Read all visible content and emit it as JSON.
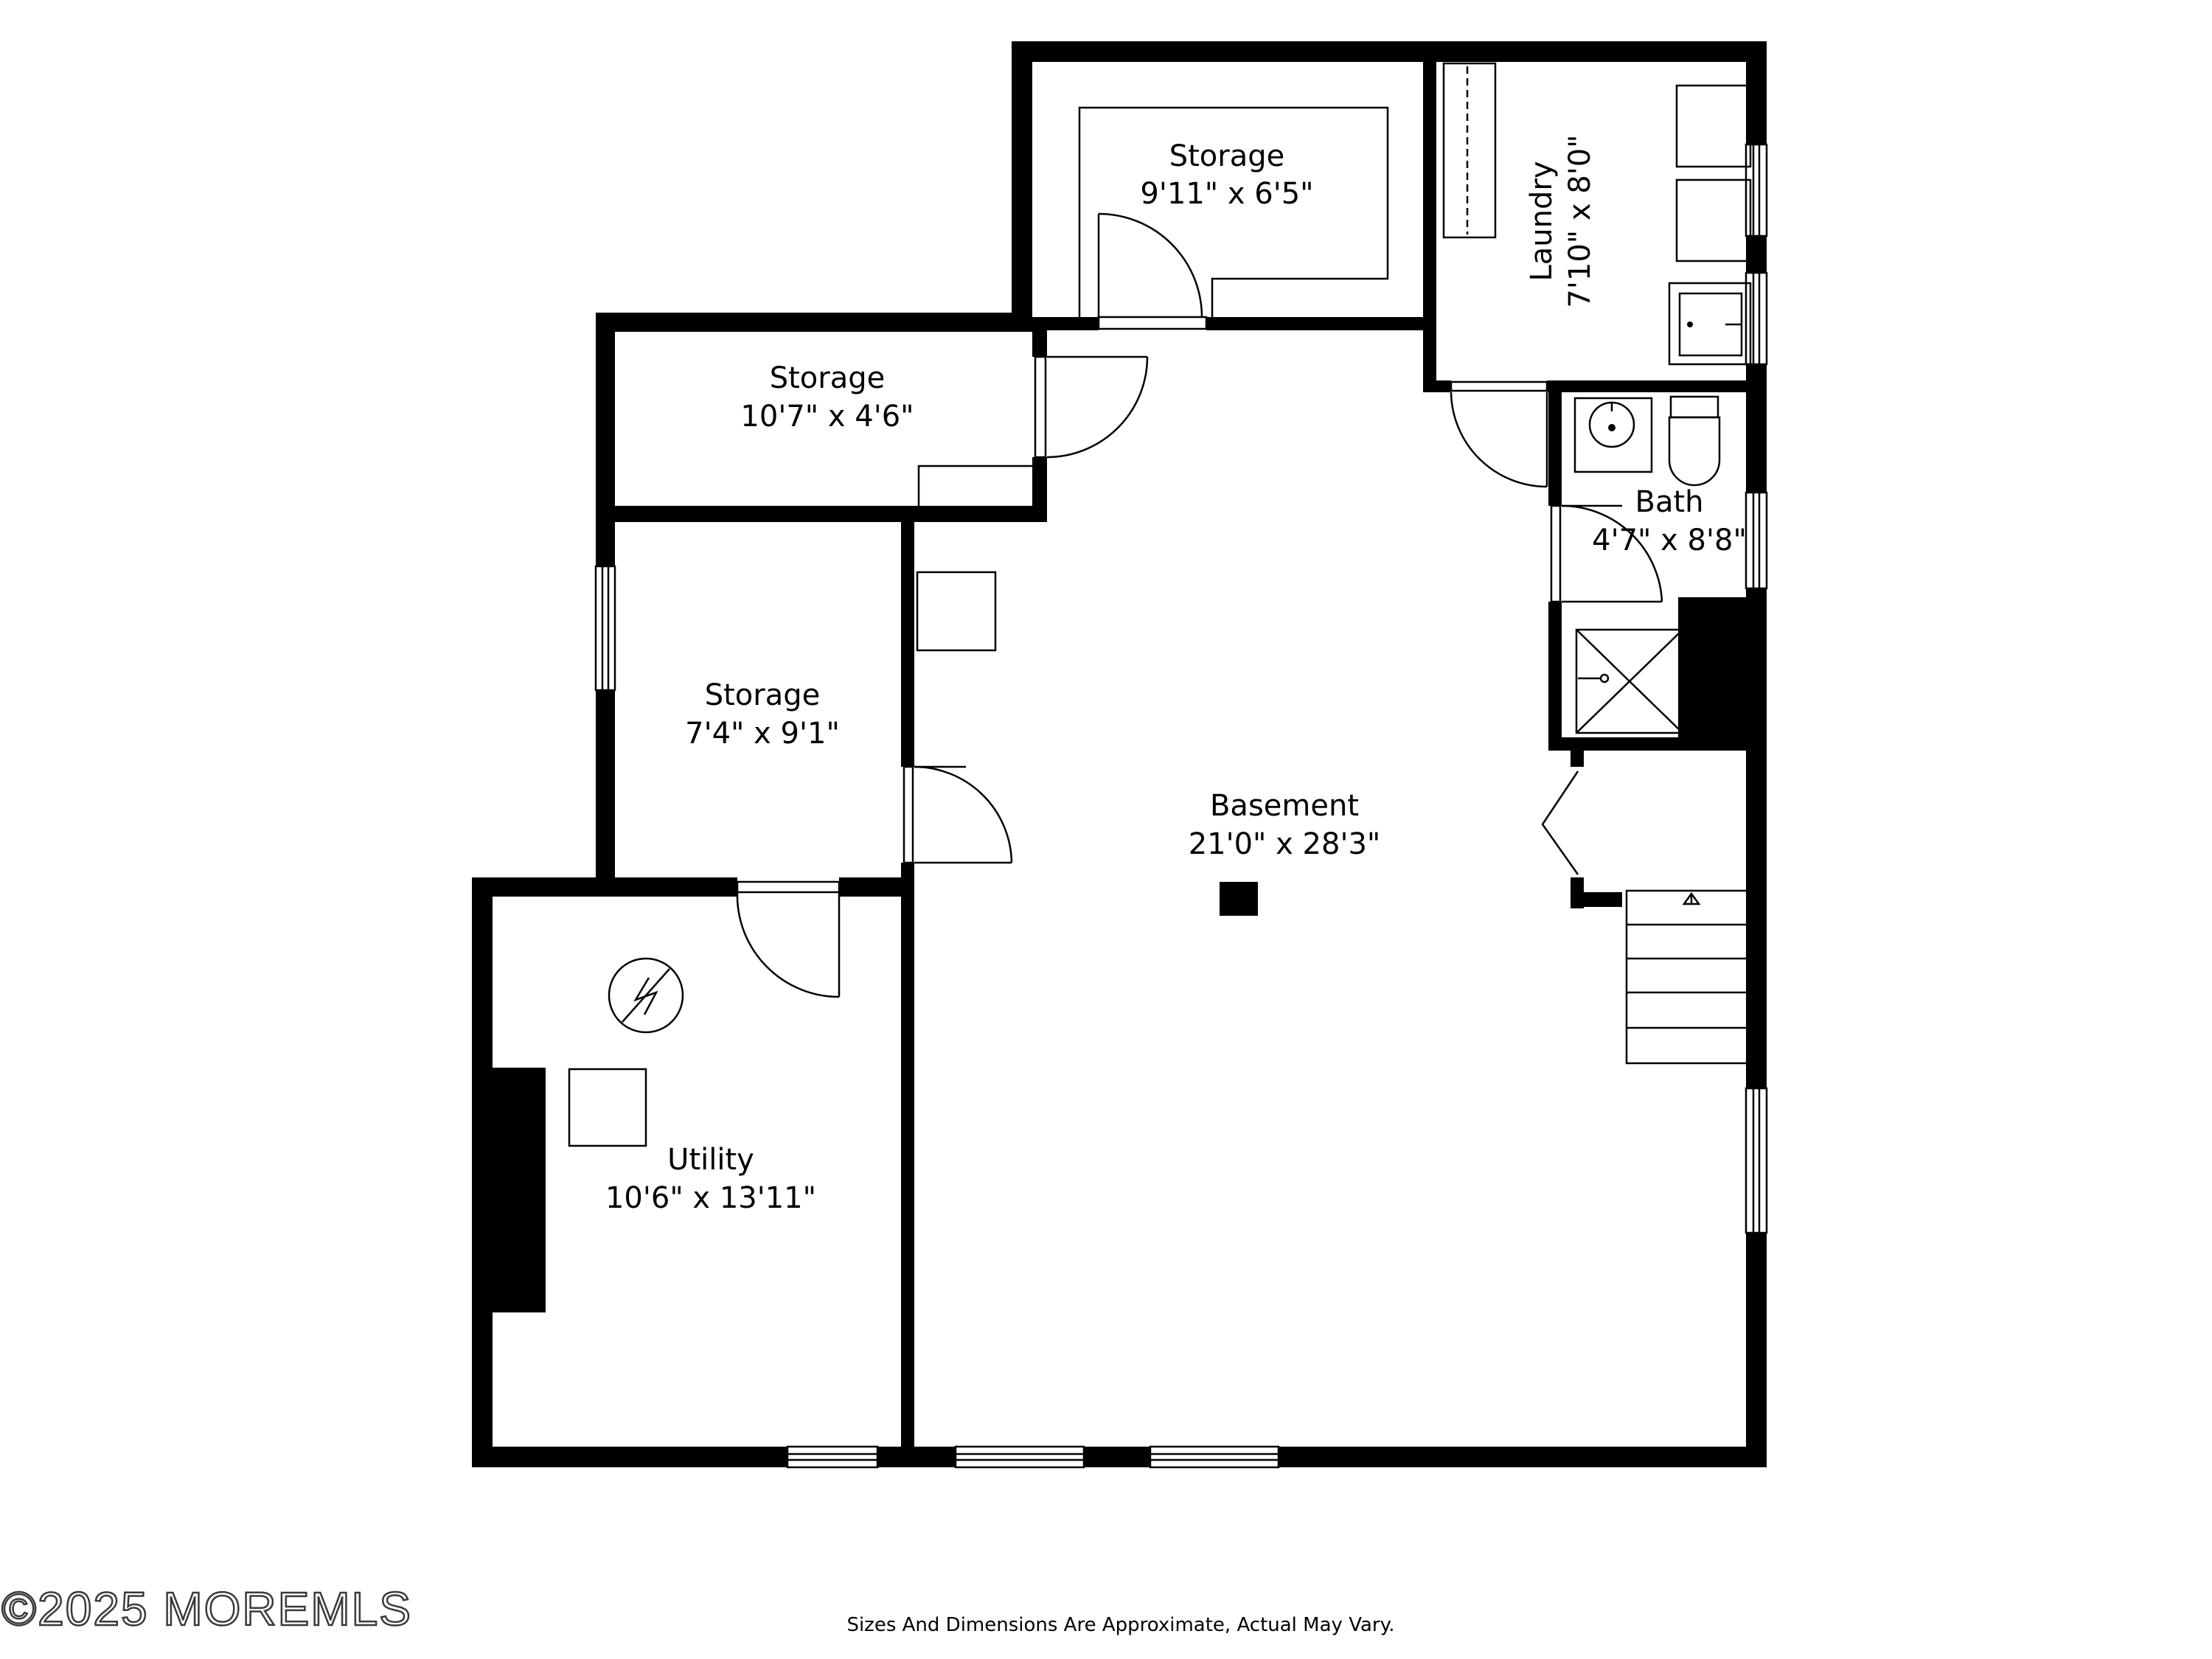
{
  "floorplan": {
    "rooms": [
      {
        "id": "storage-top",
        "name": "Storage",
        "dims": "9'11\" x 6'5\""
      },
      {
        "id": "laundry",
        "name": "Laundry",
        "dims": "7'10\" x 8'0\""
      },
      {
        "id": "storage-mid",
        "name": "Storage",
        "dims": "10'7\" x 4'6\""
      },
      {
        "id": "bath",
        "name": "Bath",
        "dims": "4'7\" x 8'8\""
      },
      {
        "id": "storage-left",
        "name": "Storage",
        "dims": "7'4\" x 9'1\""
      },
      {
        "id": "basement",
        "name": "Basement",
        "dims": "21'0\" x 28'3\""
      },
      {
        "id": "utility",
        "name": "Utility",
        "dims": "10'6\" x 13'11\""
      }
    ],
    "disclaimer": "Sizes And Dimensions Are Approximate, Actual May Vary.",
    "watermark": "©2025 MOREMLS"
  },
  "colors": {
    "wall": "#000000",
    "background": "#ffffff"
  }
}
